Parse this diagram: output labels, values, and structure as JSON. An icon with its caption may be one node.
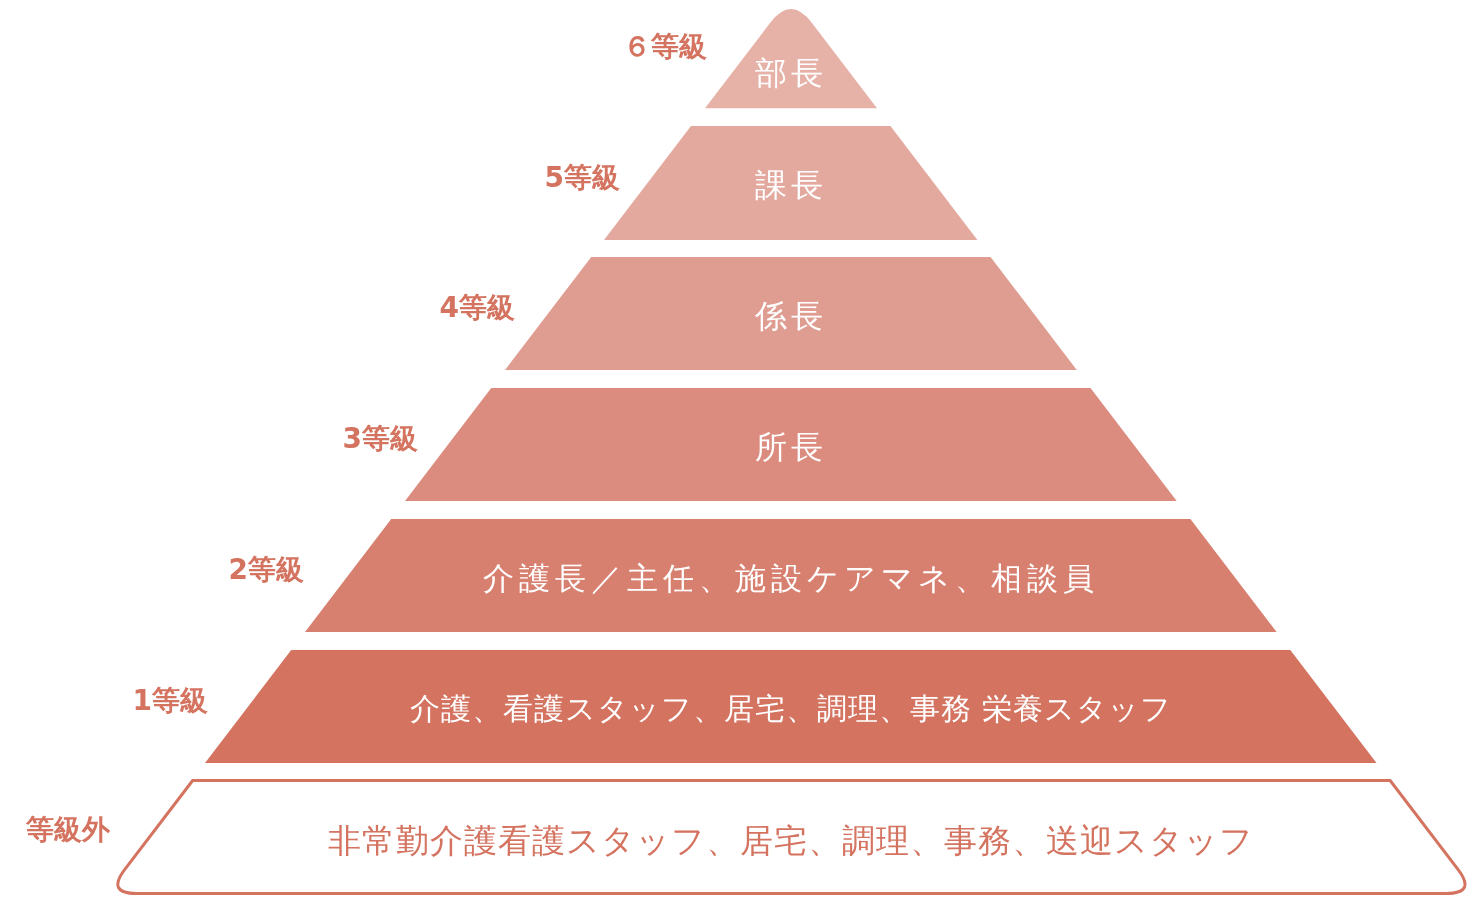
{
  "diagram": {
    "nodes": [
      {
        "text": [
          "部長"
        ],
        "beside": [
          "６等級"
        ]
      },
      {
        "text": [
          "課長"
        ],
        "beside": [
          "5等級"
        ]
      },
      {
        "text": [
          "係長"
        ],
        "beside": [
          "4等級"
        ]
      },
      {
        "text": [
          "所長"
        ],
        "beside": [
          "3等級"
        ]
      },
      {
        "text": [
          "介護長／主任、施設ケアマネ、相談員"
        ],
        "beside": [
          "2等級"
        ]
      },
      {
        "text": [
          "介護、看護スタッフ、居宅、調理、事務 栄養スタッフ"
        ],
        "beside": [
          "1等級"
        ]
      },
      {
        "text": [
          "非常勤介護看護スタッフ、居宅、調理、事務、送迎スタッフ"
        ],
        "beside": [
          "等級外"
        ]
      }
    ]
  }
}
